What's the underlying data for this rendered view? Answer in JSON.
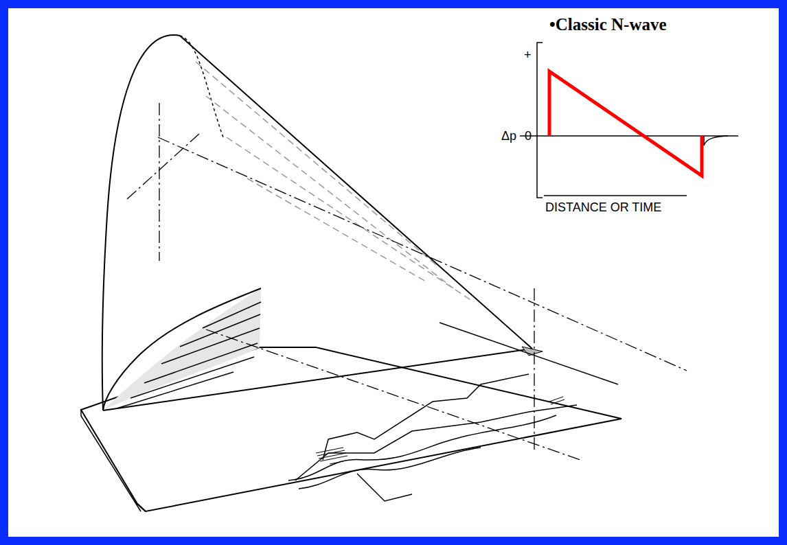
{
  "diagram": {
    "title": "•Classic N-wave",
    "labels": [
      "+",
      "Δp",
      "0",
      "DISTANCE OR TIME"
    ]
  }
}
